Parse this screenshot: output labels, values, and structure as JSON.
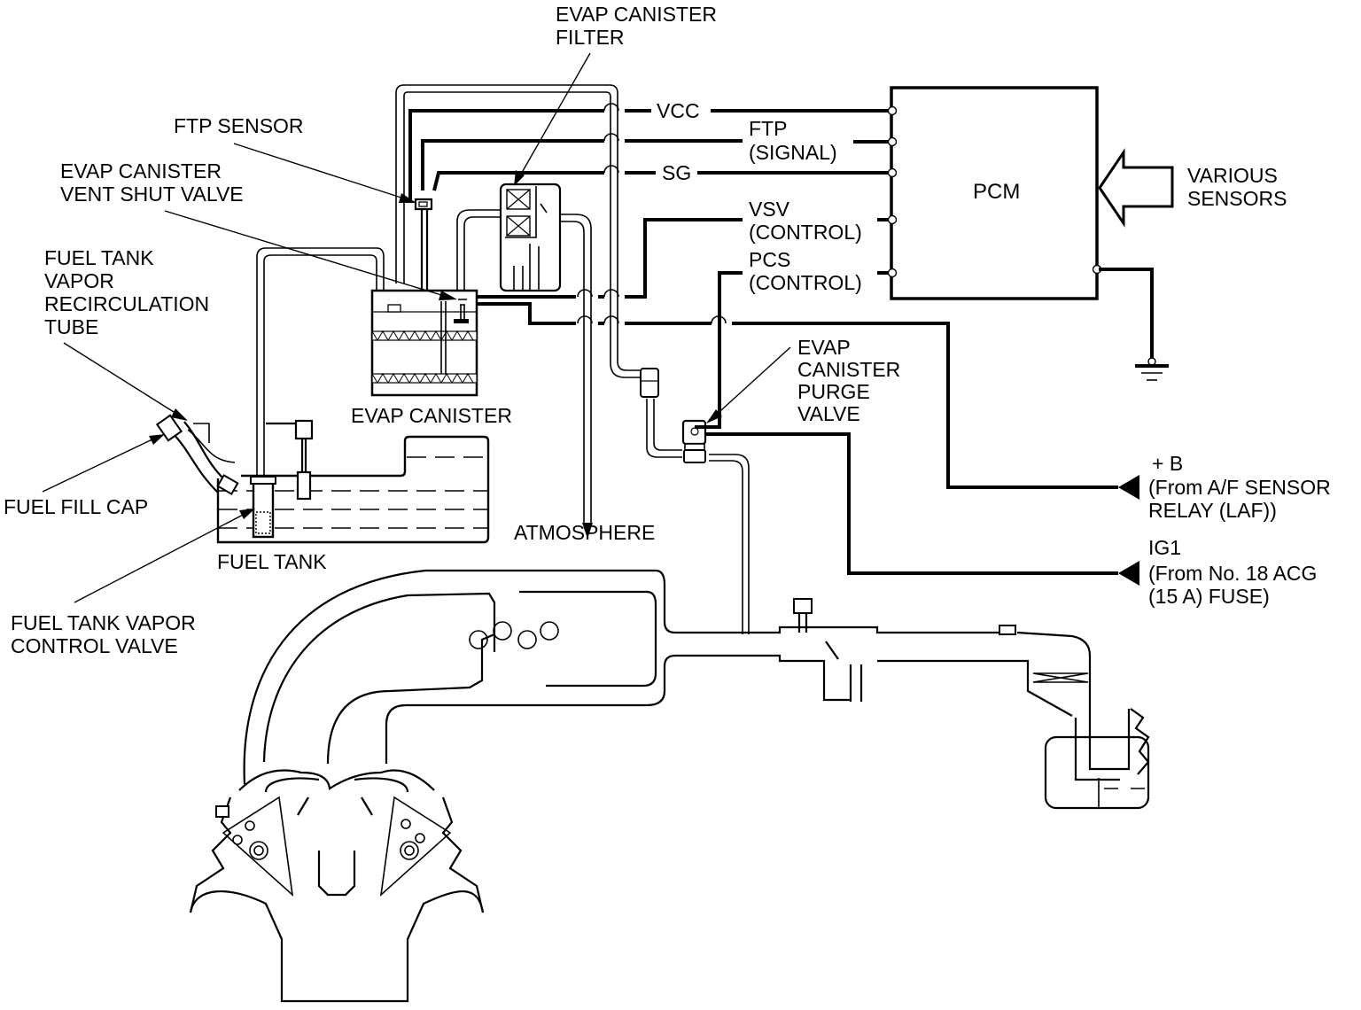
{
  "diagram": {
    "title": "EVAP system schematic",
    "colors": {
      "ink": "#000000",
      "background": "#ffffff"
    },
    "components": {
      "pcm": "PCM",
      "various_sensors": [
        "VARIOUS",
        "SENSORS"
      ],
      "evap_canister_filter": [
        "EVAP CANISTER",
        "FILTER"
      ],
      "ftp_sensor": "FTP SENSOR",
      "vent_shut_valve": [
        "EVAP CANISTER",
        "VENT SHUT VALVE"
      ],
      "recirculation_tube": [
        "FUEL TANK",
        "VAPOR",
        "RECIRCULATION",
        "TUBE"
      ],
      "evap_canister": "EVAP CANISTER",
      "fuel_fill_cap": "FUEL FILL CAP",
      "fuel_tank": "FUEL TANK",
      "vapor_control_valve": [
        "FUEL TANK VAPOR",
        "CONTROL VALVE"
      ],
      "atmosphere": "ATMOSPHERE",
      "purge_valve": [
        "EVAP",
        "CANISTER",
        "PURGE",
        "VALVE"
      ]
    },
    "signals": {
      "vcc": "VCC",
      "ftp": [
        "FTP",
        "(SIGNAL)"
      ],
      "sg": "SG",
      "vsv": [
        "VSV",
        "(CONTROL)"
      ],
      "pcs": [
        "PCS",
        "(CONTROL)"
      ]
    },
    "power": {
      "plus_b": [
        "+ B",
        "(From A/F SENSOR",
        "RELAY (LAF))"
      ],
      "ig1": [
        "IG1",
        "(From No. 18 ACG",
        "(15 A) FUSE)"
      ]
    },
    "icons": [
      "ground-icon",
      "input-arrow-icon",
      "power-source-triangle-icon",
      "solenoid-valve-icon",
      "filter-element-icon"
    ]
  }
}
